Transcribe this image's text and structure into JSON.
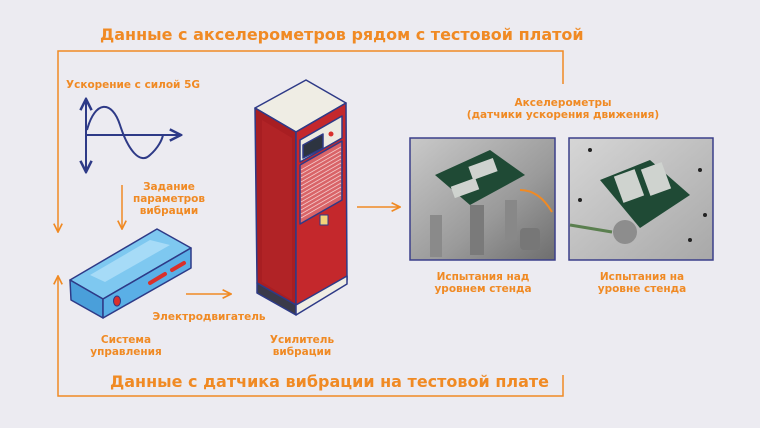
{
  "title_top": "Данные с акселерометров рядом с тестовой платой",
  "title_bottom": "Данные с датчика вибрации на тестовой плате",
  "waveform_label": "Ускорение с силой 5G",
  "set_params_label": "Задание параметров вибрации",
  "control_system_label": "Система управления",
  "motor_label": "Электродвигатель",
  "amplifier_label": "Усилитель вибрации",
  "accelerometers_label": "Акселерометры",
  "accelerometers_sub": "(датчики ускорения движения)",
  "photo1_caption": "Испытания над уровнем стенда",
  "photo2_caption": "Испытания на уровне стенда",
  "colors": {
    "accent": "#F08A24",
    "outline": "#2E3A87",
    "background": "#ECEBF1"
  }
}
